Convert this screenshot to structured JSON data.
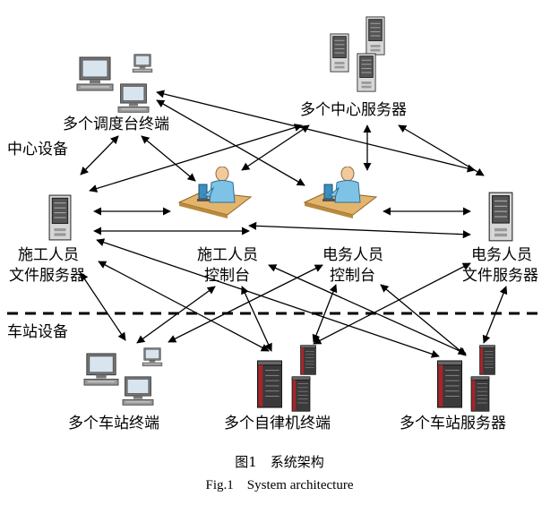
{
  "diagram": {
    "zones": {
      "center": "中心设备",
      "station": "车站设备"
    },
    "nodes": {
      "dispatch_terminals": "多个调度台终端",
      "center_servers": "多个中心服务器",
      "construction_file_server": [
        "施工人员",
        "文件服务器"
      ],
      "construction_console": [
        "施工人员",
        "控制台"
      ],
      "electrical_console": [
        "电务人员",
        "控制台"
      ],
      "electrical_file_server": [
        "电务人员",
        "文件服务器"
      ],
      "station_terminals": "多个车站终端",
      "self_service_terminals": "多个自律机终端",
      "station_servers": "多个车站服务器"
    }
  },
  "caption": {
    "cn": "图1　系统架构",
    "en": "Fig.1　System architecture"
  }
}
